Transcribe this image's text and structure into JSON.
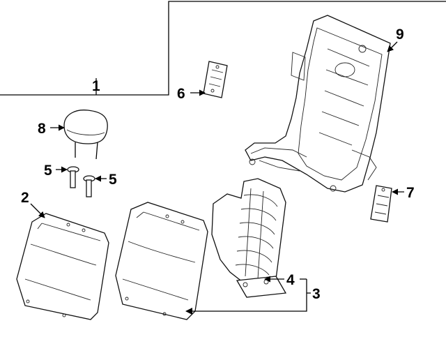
{
  "callouts": {
    "c1": "1",
    "c2": "2",
    "c3": "3",
    "c4": "4",
    "c5a": "5",
    "c5b": "5",
    "c6": "6",
    "c7": "7",
    "c8": "8",
    "c9": "9"
  },
  "parts": [
    {
      "id": "8",
      "name": "headrest-icon"
    },
    {
      "id": "5",
      "name": "headrest-guide-icon"
    },
    {
      "id": "2",
      "name": "seatback-cover-icon"
    },
    {
      "id": "3",
      "name": "seatback-pad-icon"
    },
    {
      "id": "4",
      "name": "seat-spring-icon"
    },
    {
      "id": "6",
      "name": "switch-bezel-icon"
    },
    {
      "id": "7",
      "name": "lock-bezel-icon"
    },
    {
      "id": "9",
      "name": "seatback-frame-icon"
    }
  ]
}
